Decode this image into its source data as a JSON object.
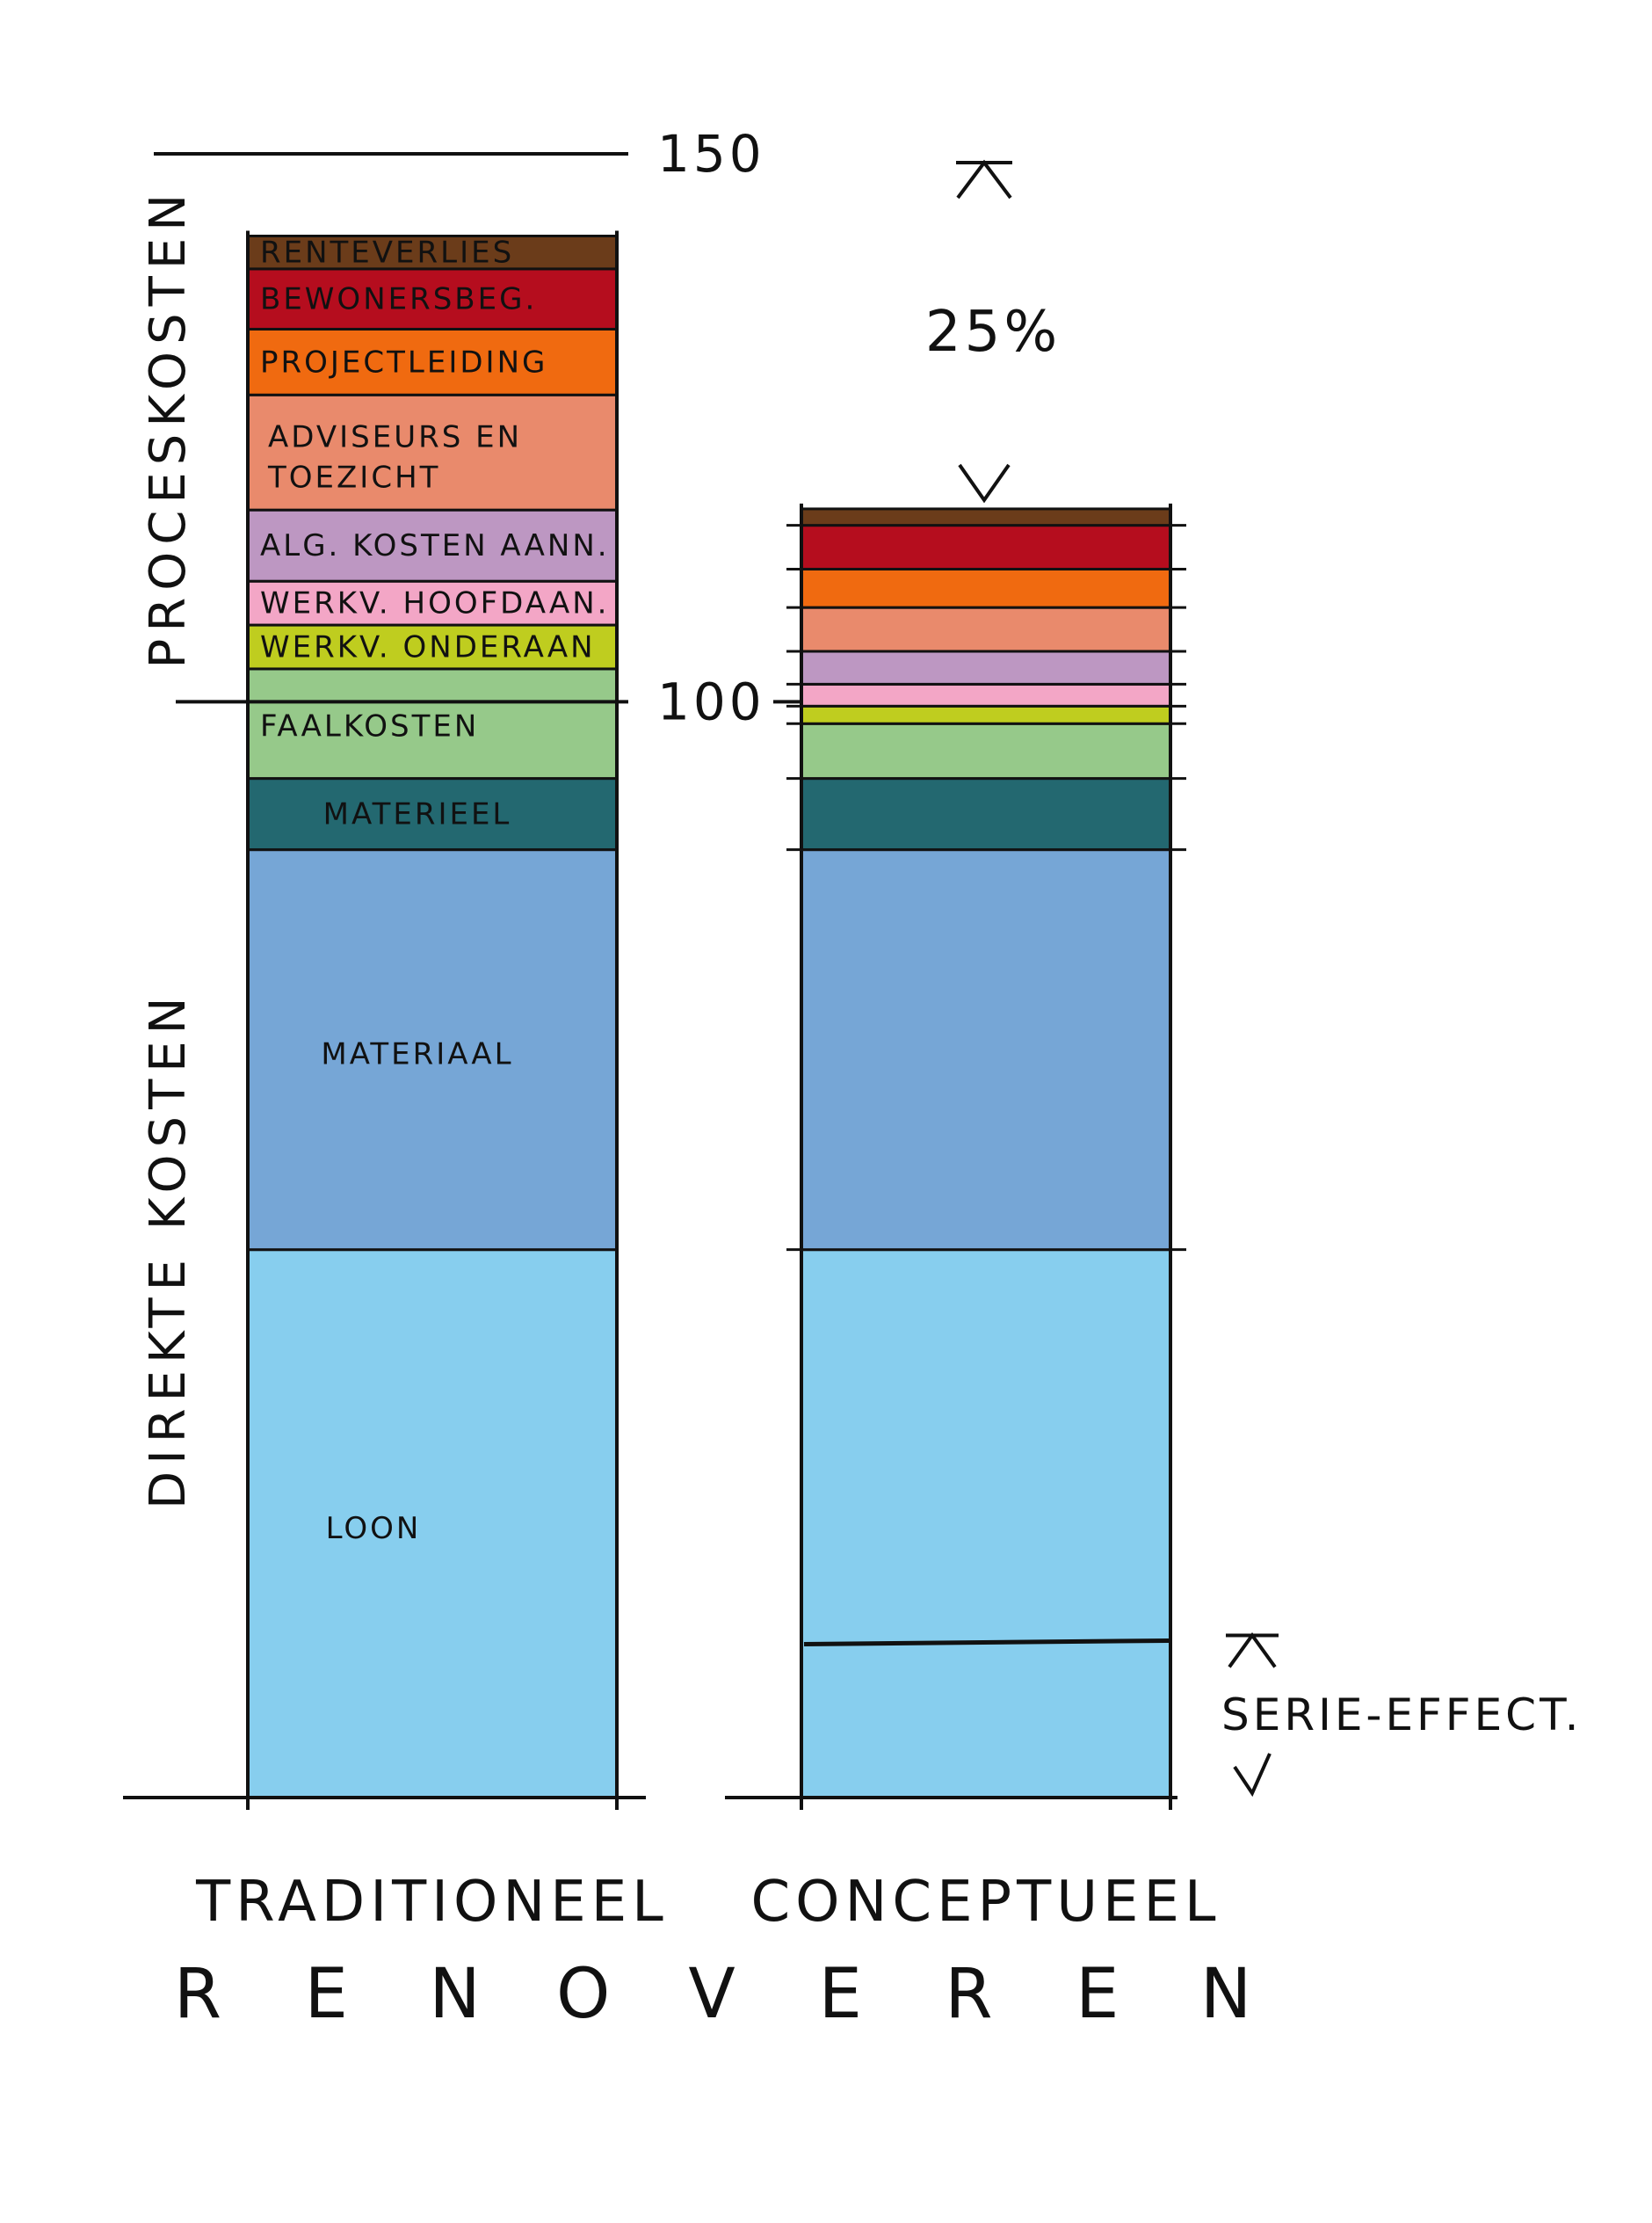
{
  "chart_data": {
    "type": "bar",
    "stacked": true,
    "title": "RENOVEREN",
    "categories": [
      "TRADITIONEEL",
      "CONCEPTUEEL"
    ],
    "ylim": [
      0,
      150
    ],
    "yticks": [
      100,
      150
    ],
    "grid": false,
    "legend": "none",
    "series": [
      {
        "name": "LOON",
        "color": "#87CEEE",
        "values": [
          50,
          50
        ]
      },
      {
        "name": "MATERIAAL",
        "color": "#76A6D6",
        "values": [
          36.5,
          36.5
        ]
      },
      {
        "name": "MATERIEEL",
        "color": "#236870",
        "values": [
          6.5,
          6.5
        ]
      },
      {
        "name": "FAALKOSTEN",
        "color": "#96C98A",
        "values": [
          10,
          5
        ]
      },
      {
        "name": "WERKV. ONDERAAN",
        "color": "#BFCD1F",
        "values": [
          4,
          1.6
        ]
      },
      {
        "name": "WERKV. HOOFDAAN.",
        "color": "#F3A6C6",
        "values": [
          4,
          2
        ]
      },
      {
        "name": "ALG. KOSTEN AANN.",
        "color": "#BD97C2",
        "values": [
          6.5,
          3
        ]
      },
      {
        "name": "ADVISEURS EN TOEZICHT",
        "color": "#E98A6C",
        "values": [
          10.5,
          4
        ]
      },
      {
        "name": "PROJECTLEIDING",
        "color": "#F06A10",
        "values": [
          6,
          3.5
        ]
      },
      {
        "name": "BEWONERSBEG.",
        "color": "#B50D1E",
        "values": [
          5.5,
          4
        ]
      },
      {
        "name": "RENTEVERLIES",
        "color": "#6B3C1A",
        "values": [
          3,
          1.5
        ]
      }
    ],
    "group_labels": [
      {
        "text": "PROCESKOSTEN",
        "range": [
          100,
          150
        ]
      },
      {
        "text": "DIREKTE KOSTEN",
        "range": [
          0,
          100
        ]
      }
    ],
    "annotations": [
      {
        "text": "25%",
        "between": [
          117.6,
          150
        ]
      },
      {
        "text": "SERIE-EFFECT.",
        "between": [
          0,
          14
        ]
      }
    ],
    "serie_effect_line": 14
  }
}
